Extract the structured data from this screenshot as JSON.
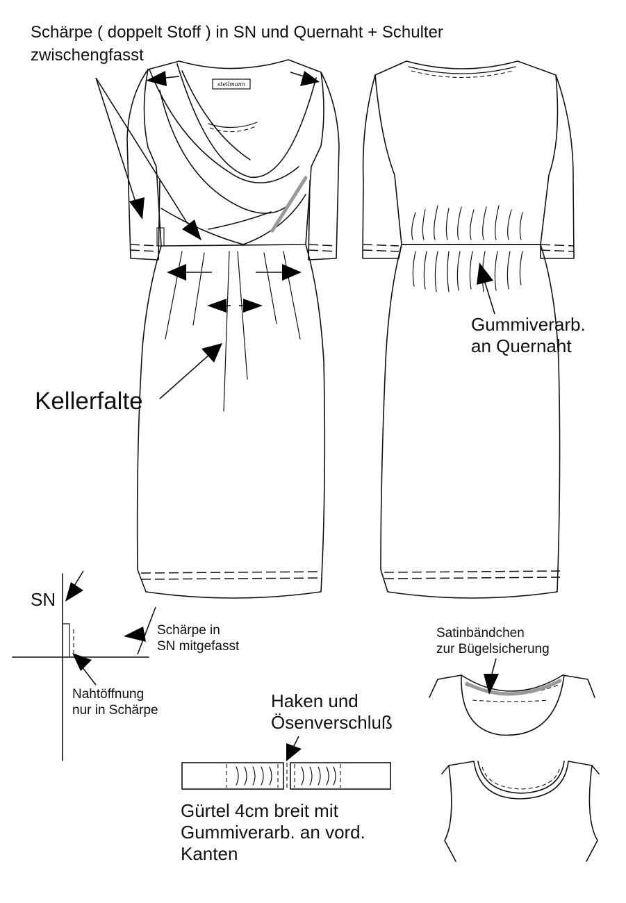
{
  "labels": {
    "sash_line1": "Schärpe ( doppelt Stoff ) in SN und Quernaht + Schulter",
    "sash_line2": "zwischengfasst",
    "box_pleat": "Kellerfalte",
    "elastic_line1": "Gummiverarb.",
    "elastic_line2": "an Quernaht",
    "sn": "SN",
    "sash_sn_line1": "Schärpe in",
    "sash_sn_line2": "SN mitgefasst",
    "opening_line1": "Nahtöffnung",
    "opening_line2": "nur in Schärpe",
    "hook_line1": "Haken und",
    "hook_line2": "Ösenverschluß",
    "belt_line1": "Gürtel 4cm breit mit",
    "belt_line2": "Gummiverarb. an vord.",
    "belt_line3": "Kanten",
    "satin_line1": "Satinbändchen",
    "satin_line2": "zur Bügelsicherung",
    "brand_tag": "steilmann"
  },
  "icons": {
    "arrow": "filled-triangle-arrowhead"
  },
  "colors": {
    "line": "#111111",
    "highlight_strip": "#9a9a9a",
    "background": "#ffffff"
  }
}
